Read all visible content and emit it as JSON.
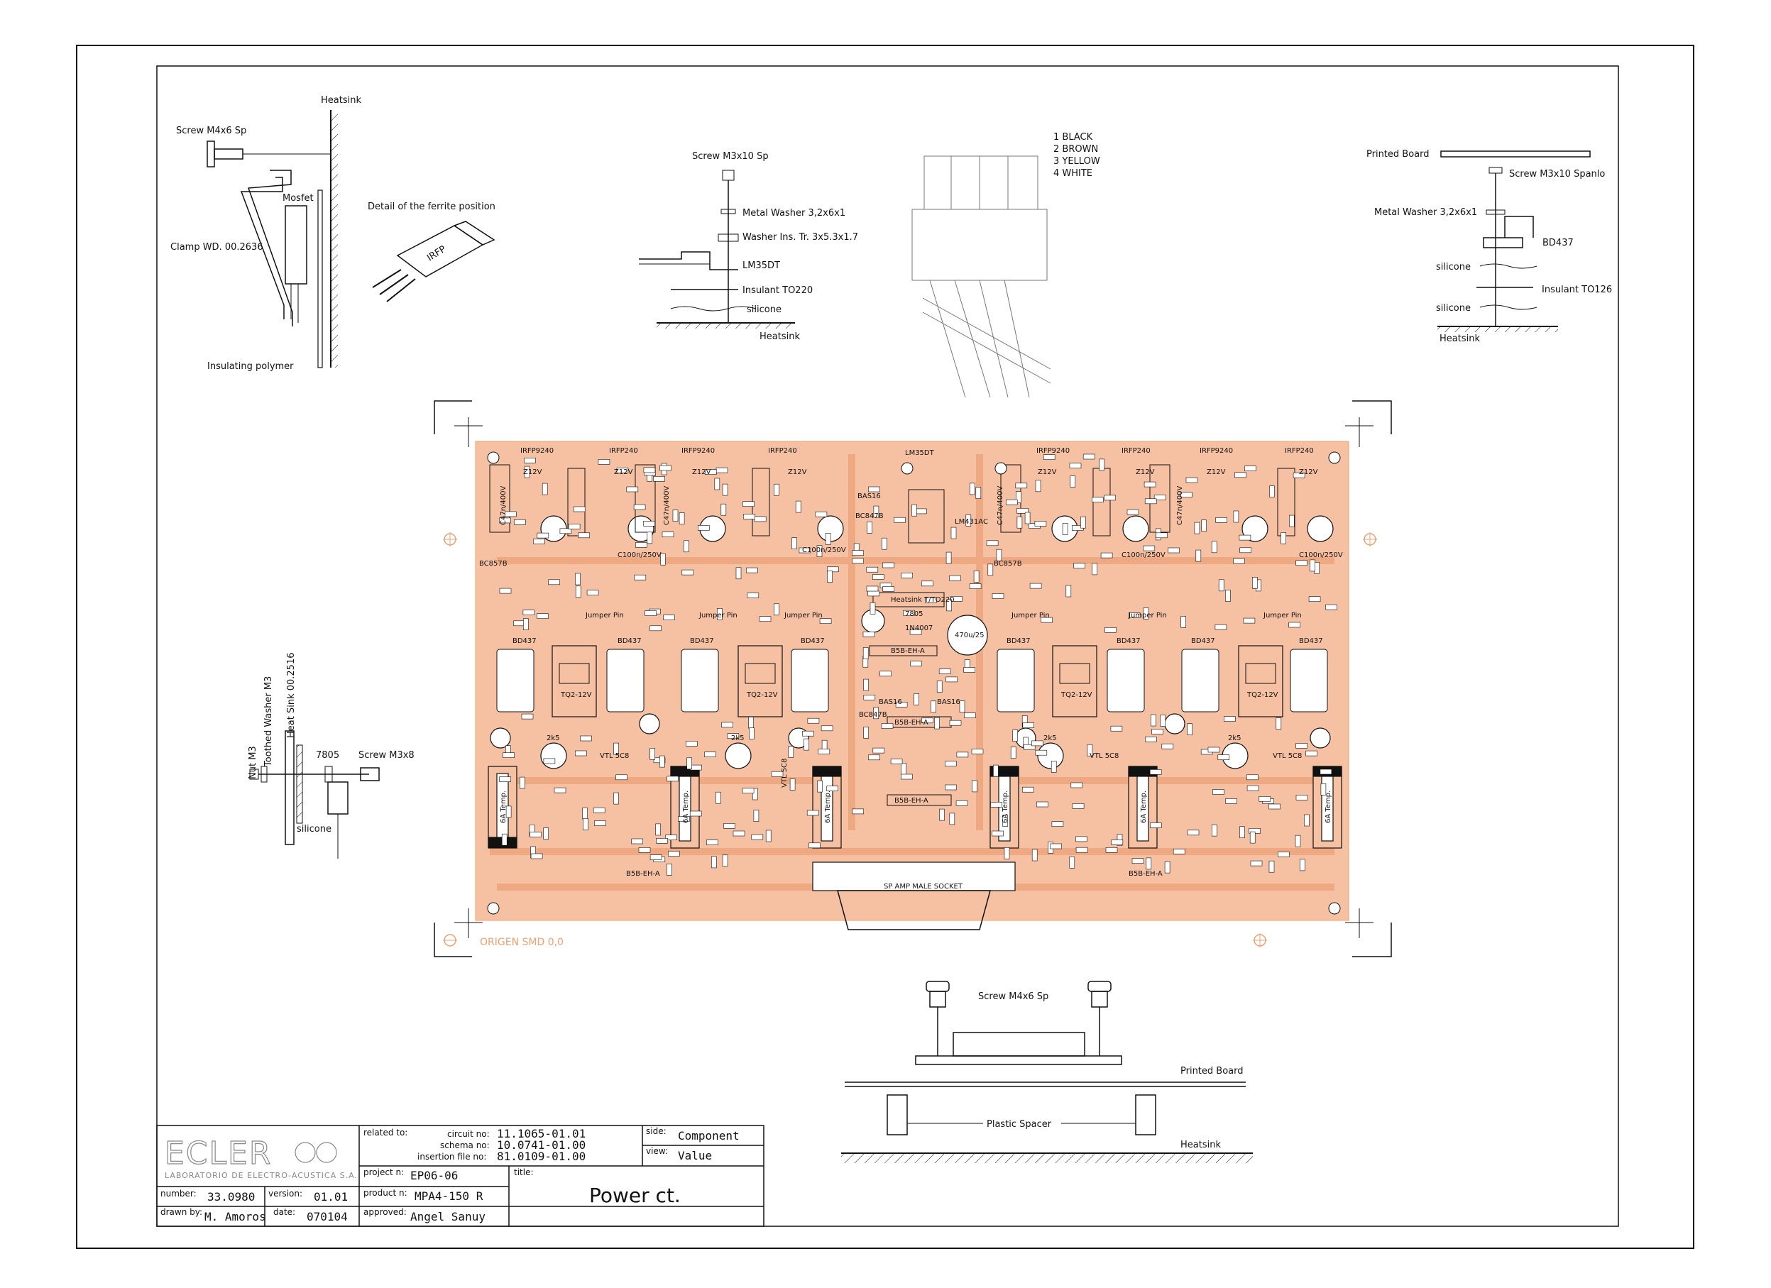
{
  "heatsink_detail": {
    "heatsink": "Heatsink",
    "screw": "Screw M4x6 Sp",
    "mosfet": "Mosfet",
    "clamp": "Clamp WD. 00.2636",
    "insulating": "Insulating polymer"
  },
  "ferrite_detail": {
    "title": "Detail of the ferrite position",
    "chip": "IRFP"
  },
  "lm35_detail": {
    "screw": "Screw M3x10 Sp",
    "washer": "Metal Washer 3,2x6x1",
    "washer_ins": "Washer Ins. Tr. 3x5.3x1.7",
    "part": "LM35DT",
    "insulant": "Insulant TO220",
    "silicone": "silicone",
    "heatsink": "Heatsink"
  },
  "connector_legend": [
    "1 BLACK",
    "2 BROWN",
    "3 YELLOW",
    "4 WHITE"
  ],
  "bd437_detail": {
    "printed_board": "Printed Board",
    "screw": "Screw M3x10 Spanlo",
    "washer": "Metal Washer 3,2x6x1",
    "part": "BD437",
    "silicone1": "silicone",
    "insulant": "Insulant TO126",
    "silicone2": "silicone",
    "heatsink": "Heatsink"
  },
  "reg_detail": {
    "nut": "Nut M3",
    "toothed": "Toothed Washer M3",
    "heatsink": "Heat Sink 00.2516",
    "part": "7805",
    "screw": "Screw M3x8",
    "silicone": "silicone"
  },
  "spacer_detail": {
    "screw": "Screw M4x6 Sp",
    "printed_board": "Printed Board",
    "spacer": "Plastic Spacer",
    "heatsink": "Heatsink"
  },
  "pcb": {
    "origin": "ORIGEN SMD 0,0",
    "socket": "SP AMP MALE SOCKET",
    "irfp": "IRFP9240",
    "irfp_b": "IRFP240",
    "lm35": "LM35DT",
    "bd437": "BD437",
    "tq2": "TQ2-12V",
    "temp": "6A Temp.",
    "vtl": "VTL 5C8",
    "heatsink_to220": "Heatsink T/TO220",
    "reg": "7805",
    "jumper": "Jumper Pin",
    "c100": "C100n/250V",
    "c47": "C47n/400V",
    "z12": "Z12V",
    "bas16": "BAS16",
    "bc847": "BC847B",
    "bc857": "BC857B",
    "pot": "2k5",
    "b5b": "B5B-EH-A",
    "cap470": "470u/25",
    "lm": "LM431AC",
    "diode": "1N4007"
  },
  "title_block": {
    "company": "ECLER",
    "company_sub": "LABORATORIO DE ELECTRO-ACUSTICA S.A.",
    "related_to": "related to:",
    "circuit_lbl": "circuit no:",
    "circuit": "11.1065-01.01",
    "schema_lbl": "schema no:",
    "schema": "10.0741-01.00",
    "insertion_lbl": "insertion file no:",
    "insertion": "81.0109-01.00",
    "side_lbl": "side:",
    "side": "Component",
    "view_lbl": "view:",
    "view": "Value",
    "project_lbl": "project n:",
    "project": "EP06-06",
    "product_lbl": "product n:",
    "product": "MPA4-150 R",
    "approved_lbl": "approved:",
    "approved": "Angel Sanuy",
    "title_lbl": "title:",
    "title": "Power ct.",
    "number_lbl": "number:",
    "number": "33.0980",
    "version_lbl": "version:",
    "version": "01.01",
    "drawn_lbl": "drawn by:",
    "drawn": "M. Amoros",
    "date_lbl": "date:",
    "date": "070104"
  },
  "colors": {
    "copper": "#f6c0a2",
    "copper_edge": "#f0a070",
    "ink": "#111111"
  }
}
